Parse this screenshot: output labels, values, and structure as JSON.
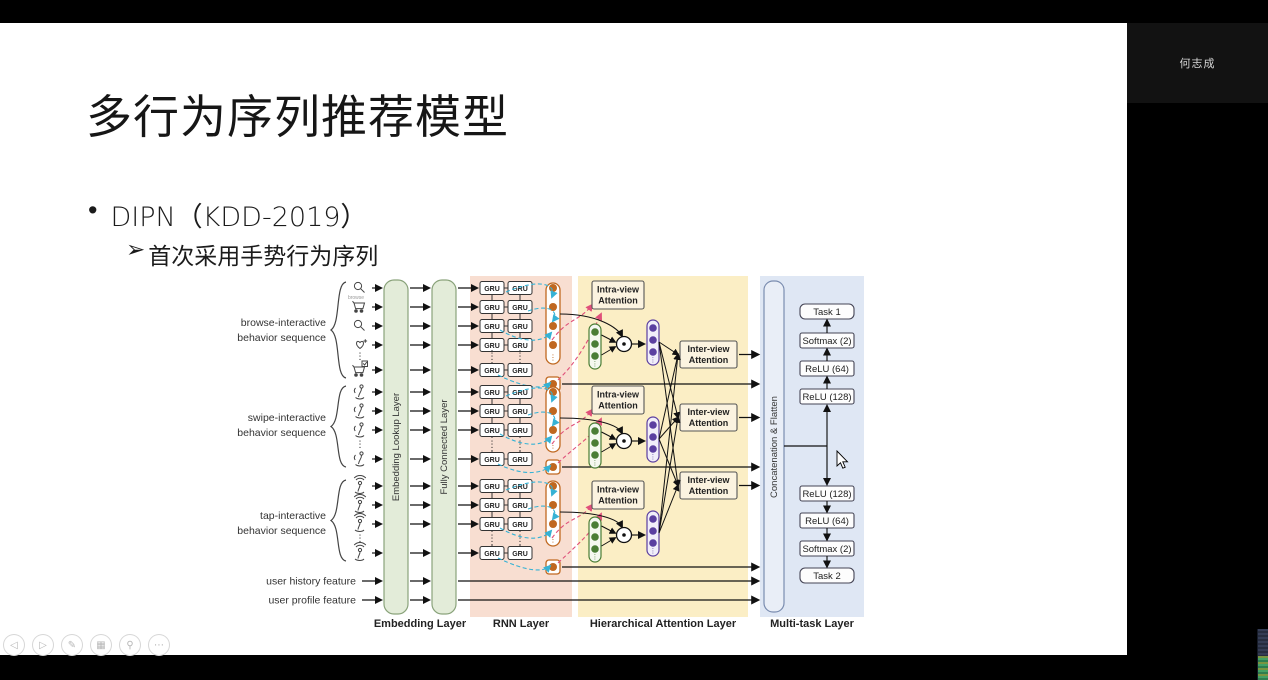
{
  "window": {
    "participant_name": "何志成",
    "close_glyph": "×"
  },
  "slide": {
    "title": "多行为序列推荐模型",
    "bullet_marker": "•",
    "bullet": "DIPN（KDD-2019）",
    "sub_bullet_marker": "➢",
    "sub_bullet": "首次采用手势行为序列"
  },
  "toolbar": {
    "buttons": [
      {
        "name": "previous-slide",
        "glyph": "◁"
      },
      {
        "name": "next-slide",
        "glyph": "▷"
      },
      {
        "name": "pen",
        "glyph": "✎"
      },
      {
        "name": "slides-overview",
        "glyph": "▦"
      },
      {
        "name": "zoom",
        "glyph": "⚲"
      },
      {
        "name": "more",
        "glyph": "⋯"
      }
    ]
  },
  "diagram": {
    "groups": [
      {
        "label_line1": "browse-interactive",
        "label_line2": "behavior sequence",
        "icons": [
          "magnifier",
          "cart",
          "magnifier",
          "heart",
          "cart-check"
        ],
        "first_icon_caption": "browse"
      },
      {
        "label_line1": "swipe-interactive",
        "label_line2": "behavior sequence",
        "icons": [
          "swipe",
          "swipe",
          "swipe",
          "swipe"
        ]
      },
      {
        "label_line1": "tap-interactive",
        "label_line2": "behavior sequence",
        "icons": [
          "tap",
          "tap",
          "tap",
          "tap"
        ]
      }
    ],
    "feature_rows": [
      "user history feature",
      "user profile feature"
    ],
    "gru_label": "GRU",
    "ellipsis": "⋮",
    "vertical_bars": [
      "Embedding Lookup Layer",
      "Fully Connected Layer"
    ],
    "concat_bar": "Concatenation & Flatten",
    "intra_view_label": [
      "Intra-view",
      "Attention"
    ],
    "inter_view_label": [
      "Inter-view",
      "Attention"
    ],
    "multitask_top": [
      "Task 1",
      "Softmax (2)",
      "ReLU (64)",
      "ReLU (128)"
    ],
    "multitask_bottom": [
      "ReLU (128)",
      "ReLU (64)",
      "Softmax (2)",
      "Task 2"
    ],
    "layer_captions": [
      "Embedding Layer",
      "RNN Layer",
      "Hierarchical Attention Layer",
      "Multi-task Layer"
    ],
    "colors": {
      "band_pink": "#f8ded1",
      "band_yellow": "#fbeec5",
      "band_blue": "#dfe7f4",
      "bar_green_fill": "#e3ecd9",
      "bar_green_stroke": "#8aa37b",
      "concat_fill": "#e9eef7",
      "concat_stroke": "#7b8db0",
      "box_cream": "#fbf3e0",
      "orange": "#c06820",
      "green": "#4a7d35",
      "purple": "#5b3fa0",
      "cyan": "#35b2d5",
      "pink": "#e0507a",
      "ink": "#111111"
    }
  }
}
